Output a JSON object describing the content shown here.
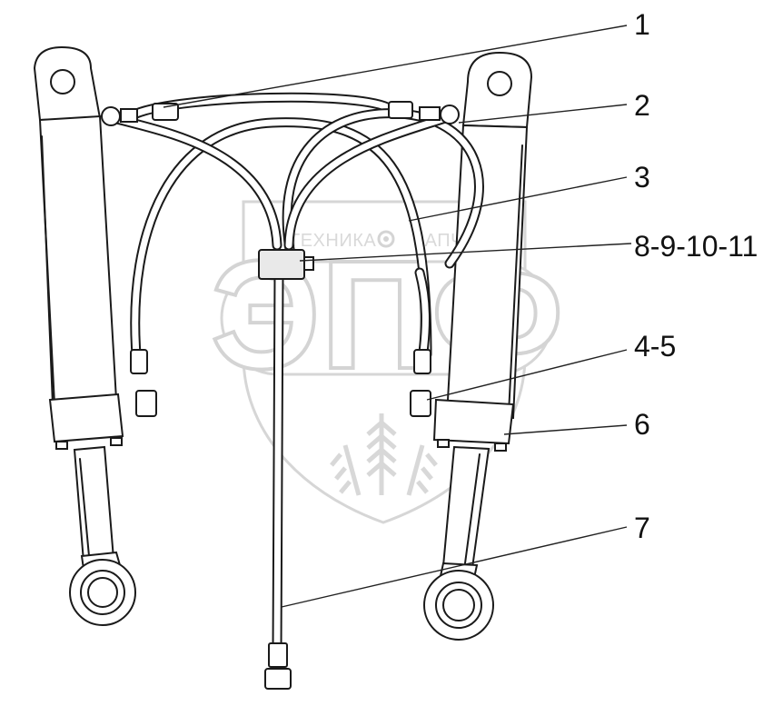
{
  "watermark": {
    "left_text": "ТЕХНИКА",
    "right_text": "ЗАПЧАСТИ",
    "big_text": "ЭПФ",
    "gear_icon": "gear-icon"
  },
  "callouts": [
    {
      "id": "c1",
      "label": "1"
    },
    {
      "id": "c2",
      "label": "2"
    },
    {
      "id": "c3",
      "label": "3"
    },
    {
      "id": "c8",
      "label": "8-9-10-11"
    },
    {
      "id": "c45",
      "label": "4-5"
    },
    {
      "id": "c6",
      "label": "6"
    },
    {
      "id": "c7",
      "label": "7"
    }
  ],
  "colors": {
    "line": "#1a1a1a",
    "watermark": "#d4d4d4"
  }
}
